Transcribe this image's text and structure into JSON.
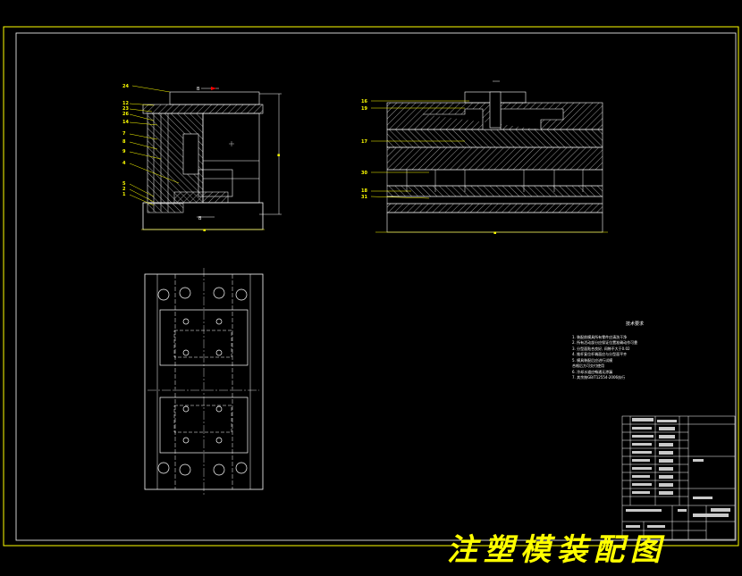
{
  "drawing": {
    "title": "注塑模装配图",
    "callouts_view1": [
      "24",
      "12",
      "23",
      "26",
      "14",
      "7",
      "8",
      "9",
      "4",
      "5",
      "2",
      "1"
    ],
    "callouts_view2": [
      "16",
      "19",
      "17",
      "30",
      "18",
      "31"
    ],
    "tech_requirements": {
      "title": "技术要求",
      "items": [
        "1. 装配前模具所有零件应清洗干净",
        "2. 所有活动部分应保证位置准确动作可靠",
        "3. 分型面贴合良好, 间隙不大于0.02",
        "4. 推杆复位杆端面应与分型面平齐",
        "5. 模具装配后应进行试模",
        "   合格后方可交付使用",
        "6. 冷却水道应畅通无渗漏",
        "7. 其余按GB/T12554-2006执行"
      ]
    }
  }
}
